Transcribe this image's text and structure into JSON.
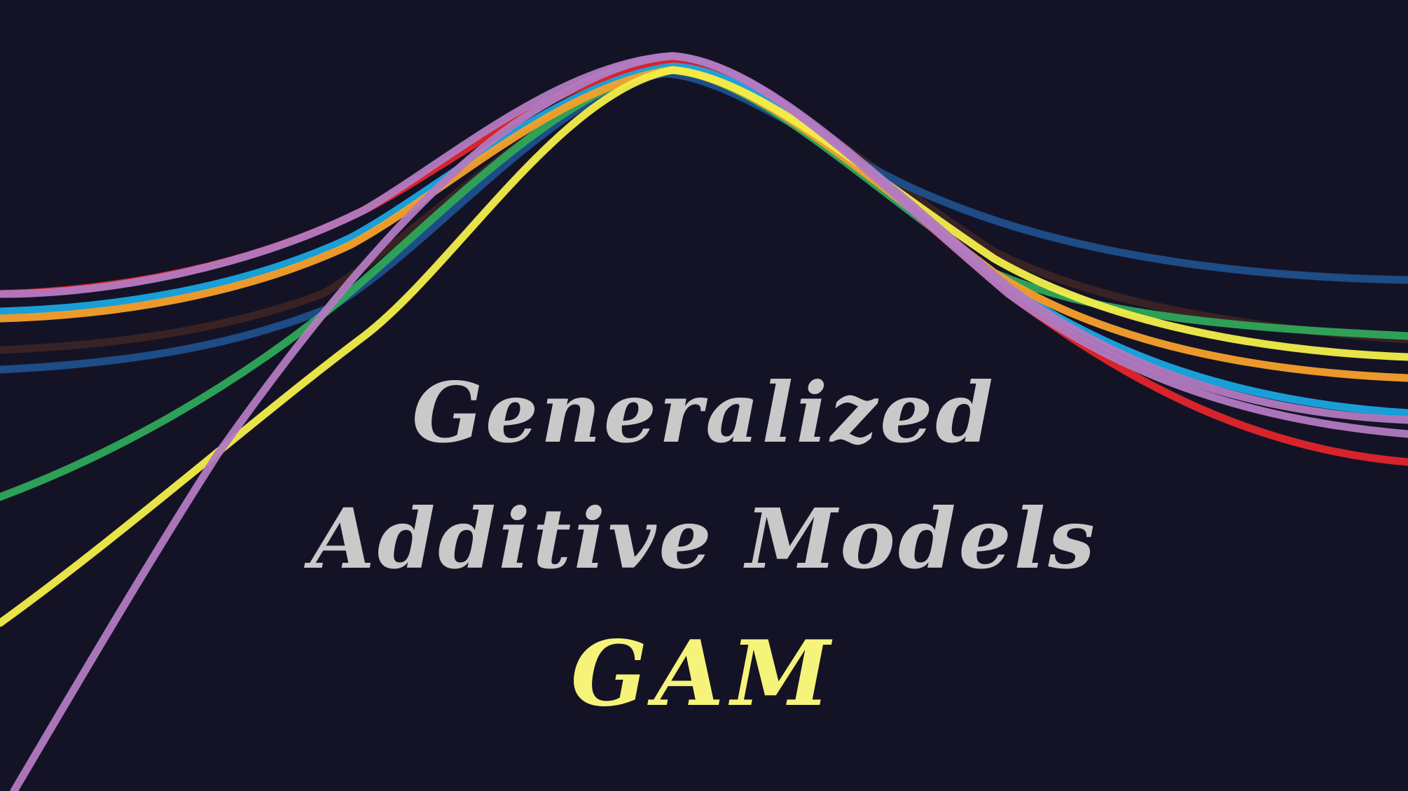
{
  "title": {
    "line1": "Generalized",
    "line2": "Additive Models",
    "line3": "GAM"
  },
  "colors": {
    "background": "#141326",
    "title_text": "#c9c9c9",
    "accent_text": "#f6f37a"
  },
  "curves": [
    {
      "name": "dark-brown",
      "color": "#3b2323"
    },
    {
      "name": "navy-blue",
      "color": "#1e4f8c"
    },
    {
      "name": "green",
      "color": "#2ea85a"
    },
    {
      "name": "red",
      "color": "#e0252a"
    },
    {
      "name": "cyan",
      "color": "#19a6e0"
    },
    {
      "name": "orange",
      "color": "#f5a02a"
    },
    {
      "name": "yellow",
      "color": "#f3ee4a"
    },
    {
      "name": "purple",
      "color": "#b27ac0"
    }
  ]
}
